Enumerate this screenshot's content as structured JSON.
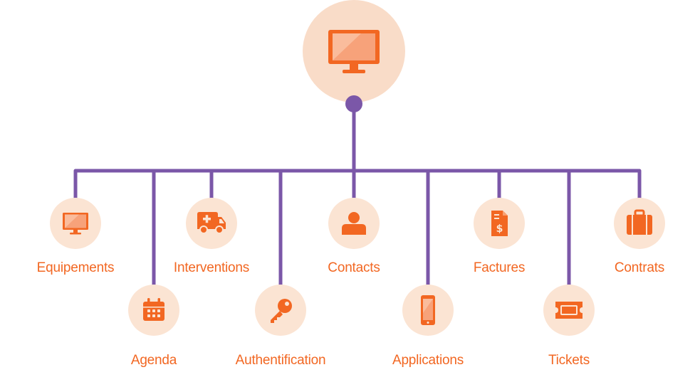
{
  "colors": {
    "line": "#7b57a8",
    "accent": "#f26722",
    "circle_fill": "#fbe4d3",
    "root_fill": "#f9dcc8",
    "label": "#f26722"
  },
  "root": {
    "icon": "monitor-icon"
  },
  "nodes": [
    {
      "id": "equipements",
      "label": "Equipements",
      "icon": "monitor-icon"
    },
    {
      "id": "agenda",
      "label": "Agenda",
      "icon": "calendar-icon"
    },
    {
      "id": "interventions",
      "label": "Interventions",
      "icon": "ambulance-icon"
    },
    {
      "id": "authentification",
      "label": "Authentification",
      "icon": "key-icon"
    },
    {
      "id": "contacts",
      "label": "Contacts",
      "icon": "person-icon"
    },
    {
      "id": "applications",
      "label": "Applications",
      "icon": "smartphone-icon"
    },
    {
      "id": "factures",
      "label": "Factures",
      "icon": "invoice-icon"
    },
    {
      "id": "tickets",
      "label": "Tickets",
      "icon": "ticket-icon"
    },
    {
      "id": "contrats",
      "label": "Contrats",
      "icon": "briefcase-icon"
    }
  ]
}
